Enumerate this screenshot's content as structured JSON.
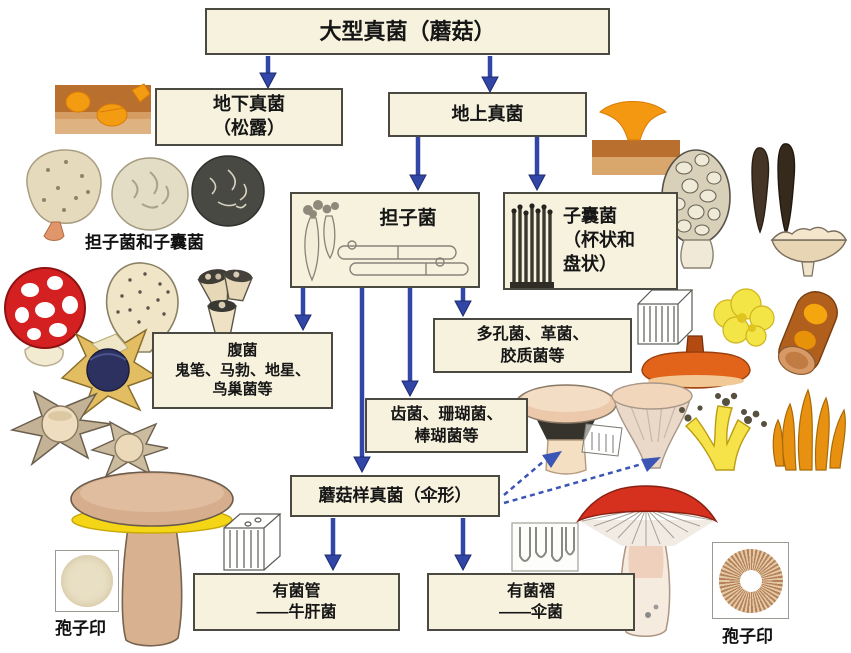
{
  "diagram": {
    "title": "大型真菌（蘑菇）",
    "nodes": {
      "underground": "地下真菌\n（松露）",
      "aboveground": "地上真菌",
      "basidiomycetes": "担子菌",
      "ascomycetes": "子囊菌\n（杯状和\n盘状）",
      "gasteroid": "腹菌\n鬼笔、马勃、地星、\n鸟巢菌等",
      "polypores": "多孔菌、革菌、\n胶质菌等",
      "tooth_coral": "齿菌、珊瑚菌、\n棒瑚菌等",
      "umbrella": "蘑菇样真菌（伞形）",
      "tubes": "有菌管\n——牛肝菌",
      "gills": "有菌褶\n——伞菌"
    },
    "labels": {
      "left_group": "担子菌和子囊菌",
      "spore_print_left": "孢子印",
      "spore_print_right": "孢子印"
    },
    "colors": {
      "box_fill": "#f7f2de",
      "box_border": "#4a4a42",
      "arrow_blue": "#3246a8",
      "dashed_blue": "#3b55b5",
      "red_cap": "#d5311e",
      "cage_red": "#d42020",
      "orange": "#ef8e0e",
      "yellow_pores": "#f4d616",
      "soil_brown": "#b96f2e",
      "cream": "#f0e5c6",
      "navy_center": "#2c3160"
    },
    "illustrations": [
      "buried-truffles",
      "chanterelle-on-soil",
      "truffle-sections",
      "red-cage-fungus",
      "puffball",
      "birds-nest-fungi",
      "earthstar-dark-center",
      "earthstars",
      "morel",
      "earth-tongues",
      "cup-fungus",
      "pore-structure-cube",
      "bracket-fungus",
      "yellow-jelly-fungus",
      "orange-log-fungus",
      "tooth-fungus-mushroom",
      "funnel-mushroom",
      "yellow-coral-fungus",
      "orange-club-coral",
      "bolete-mushroom",
      "tube-structure-cube",
      "gill-structure-diagram",
      "red-gilled-mushroom",
      "spore-print-pale",
      "spore-print-radial",
      "basidia-sketch",
      "hyphae-sketch",
      "asci-sketch"
    ]
  }
}
